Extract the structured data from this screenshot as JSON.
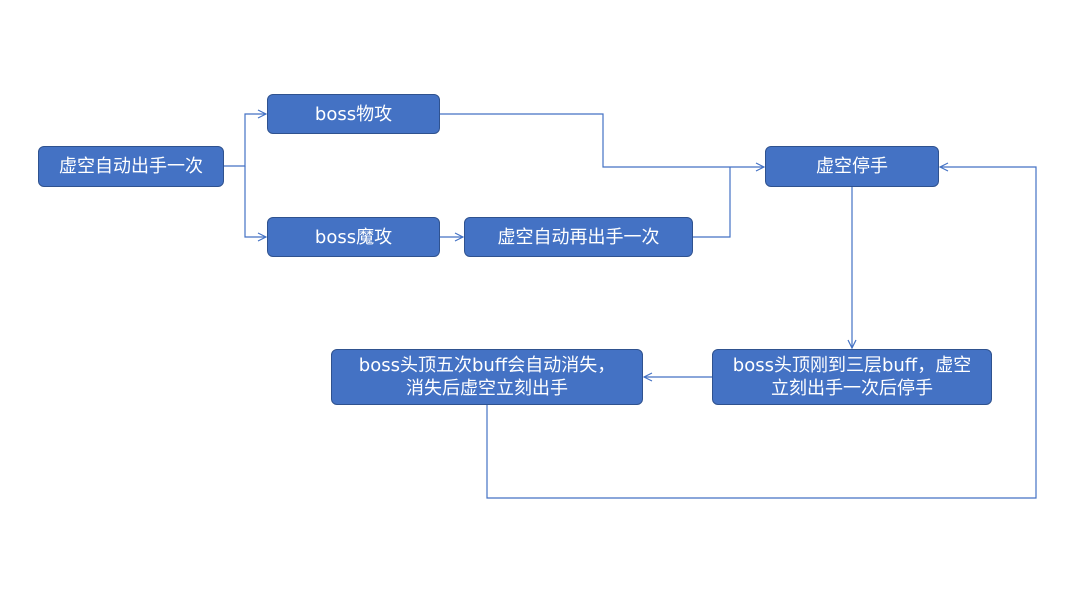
{
  "diagram": {
    "nodes": {
      "start": "虚空自动出手一次",
      "boss_physical": "boss物攻",
      "boss_magic": "boss魔攻",
      "void_again": "虚空自动再出手一次",
      "void_stop": "虚空停手",
      "three_layers": "boss头顶刚到三层buff，虚空\n立刻出手一次后停手",
      "five_layers": "boss头顶五次buff会自动消失，\n消失后虚空立刻出手"
    }
  },
  "colors": {
    "node_fill": "#4472c4",
    "node_border": "#2f528f",
    "connector": "#4472c4",
    "text": "#ffffff",
    "background": "#ffffff"
  }
}
